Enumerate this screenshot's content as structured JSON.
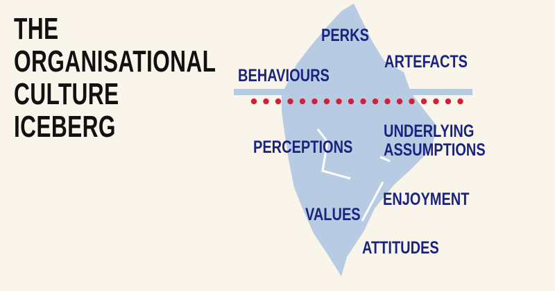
{
  "title": {
    "lines": [
      "THE",
      "ORGANISATIONAL",
      "CULTURE",
      "ICEBERG"
    ]
  },
  "labels": {
    "perks": "PERKS",
    "artefacts": "ARTEFACTS",
    "behaviours": "BEHAVIOURS",
    "perceptions": "PERCEPTIONS",
    "underlying_line1": "UNDERLYING",
    "underlying_line2": "ASSUMPTIONS",
    "enjoyment": "ENJOYMENT",
    "values": "VALUES",
    "attitudes": "ATTITUDES"
  },
  "colors": {
    "background": "#f9f5ea",
    "iceberg": "#b7cce2",
    "waterline": "#b7cce2",
    "dots": "#d21f3c",
    "label": "#1a237e",
    "title": "#111111"
  }
}
